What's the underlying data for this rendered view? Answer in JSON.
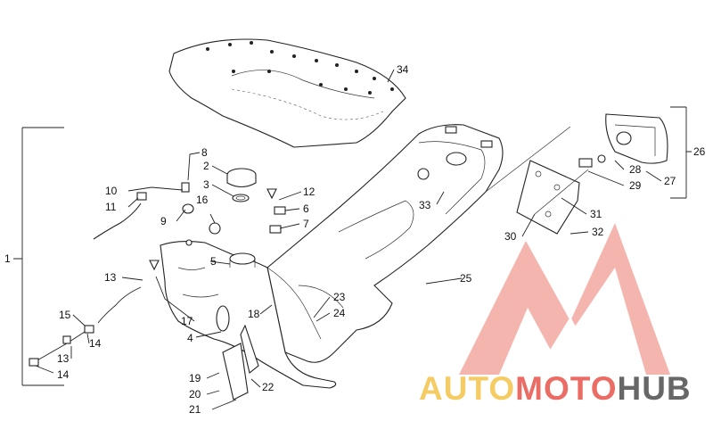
{
  "diagram": {
    "callouts": [
      "1",
      "2",
      "3",
      "4",
      "5",
      "6",
      "7",
      "8",
      "9",
      "10",
      "11",
      "12",
      "13",
      "13",
      "14",
      "14",
      "15",
      "16",
      "17",
      "18",
      "19",
      "20",
      "21",
      "22",
      "23",
      "24",
      "25",
      "26",
      "27",
      "28",
      "29",
      "30",
      "31",
      "32",
      "33",
      "34"
    ]
  },
  "watermark": {
    "part1": "AUTO",
    "part2": "MOTO",
    "part3": "HUB",
    "colors": {
      "yellow": "#f4c24a",
      "red": "#e8534a",
      "gray": "#4d4d4d"
    }
  }
}
